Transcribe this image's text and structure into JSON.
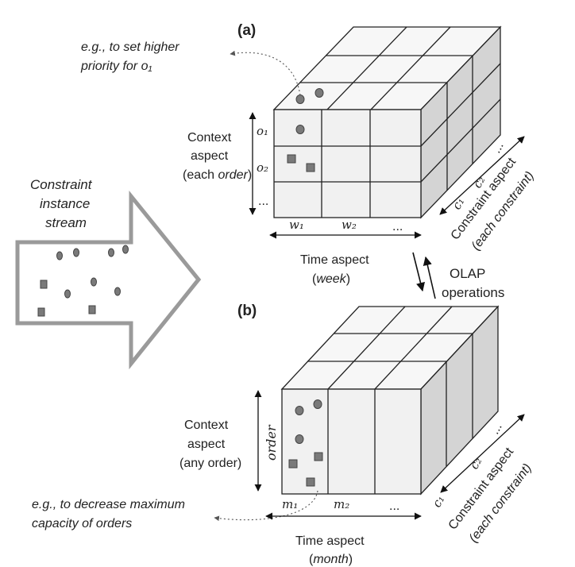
{
  "panel_a": {
    "label": "(a)",
    "note": [
      "e.g., to set higher",
      "priority for o₁"
    ],
    "context_aspect": [
      "Context",
      "aspect"
    ],
    "context_aspect_each": "(each ",
    "context_aspect_order": "order",
    "context_aspect_close": ")",
    "row_labels": [
      "o₁",
      "o₂",
      "..."
    ],
    "col_labels": [
      "w₁",
      "w₂",
      "..."
    ],
    "time_aspect": "Time aspect",
    "time_unit_open": "(",
    "time_unit": "week",
    "time_unit_close": ")",
    "depth_labels": [
      "c₁",
      "c₂",
      "..."
    ],
    "constraint_aspect": "Constraint aspect",
    "constraint_each": "(each constraint)"
  },
  "arrow_stream": [
    "Constraint",
    "instance",
    "stream"
  ],
  "olap": [
    "OLAP",
    "operations"
  ],
  "panel_b": {
    "label": "(b)",
    "note": [
      "e.g., to decrease maximum",
      "capacity of orders"
    ],
    "context_aspect": [
      "Context",
      "aspect",
      "(any order)"
    ],
    "vertical_label": "order",
    "col_labels": [
      "m₁",
      "m₂",
      "..."
    ],
    "time_aspect": "Time aspect",
    "time_unit_open": "(",
    "time_unit": "month",
    "time_unit_close": ")",
    "depth_labels": [
      "c₁",
      "c₂",
      "..."
    ],
    "constraint_aspect": "Constraint aspect",
    "constraint_each": "(each  constraint)"
  },
  "colors": {
    "front": "#f1f1f1",
    "top": "#f7f7f7",
    "side": "#d4d4d4",
    "marker": "#7a7a7a",
    "arrow_outline": "#9a9a9a"
  }
}
